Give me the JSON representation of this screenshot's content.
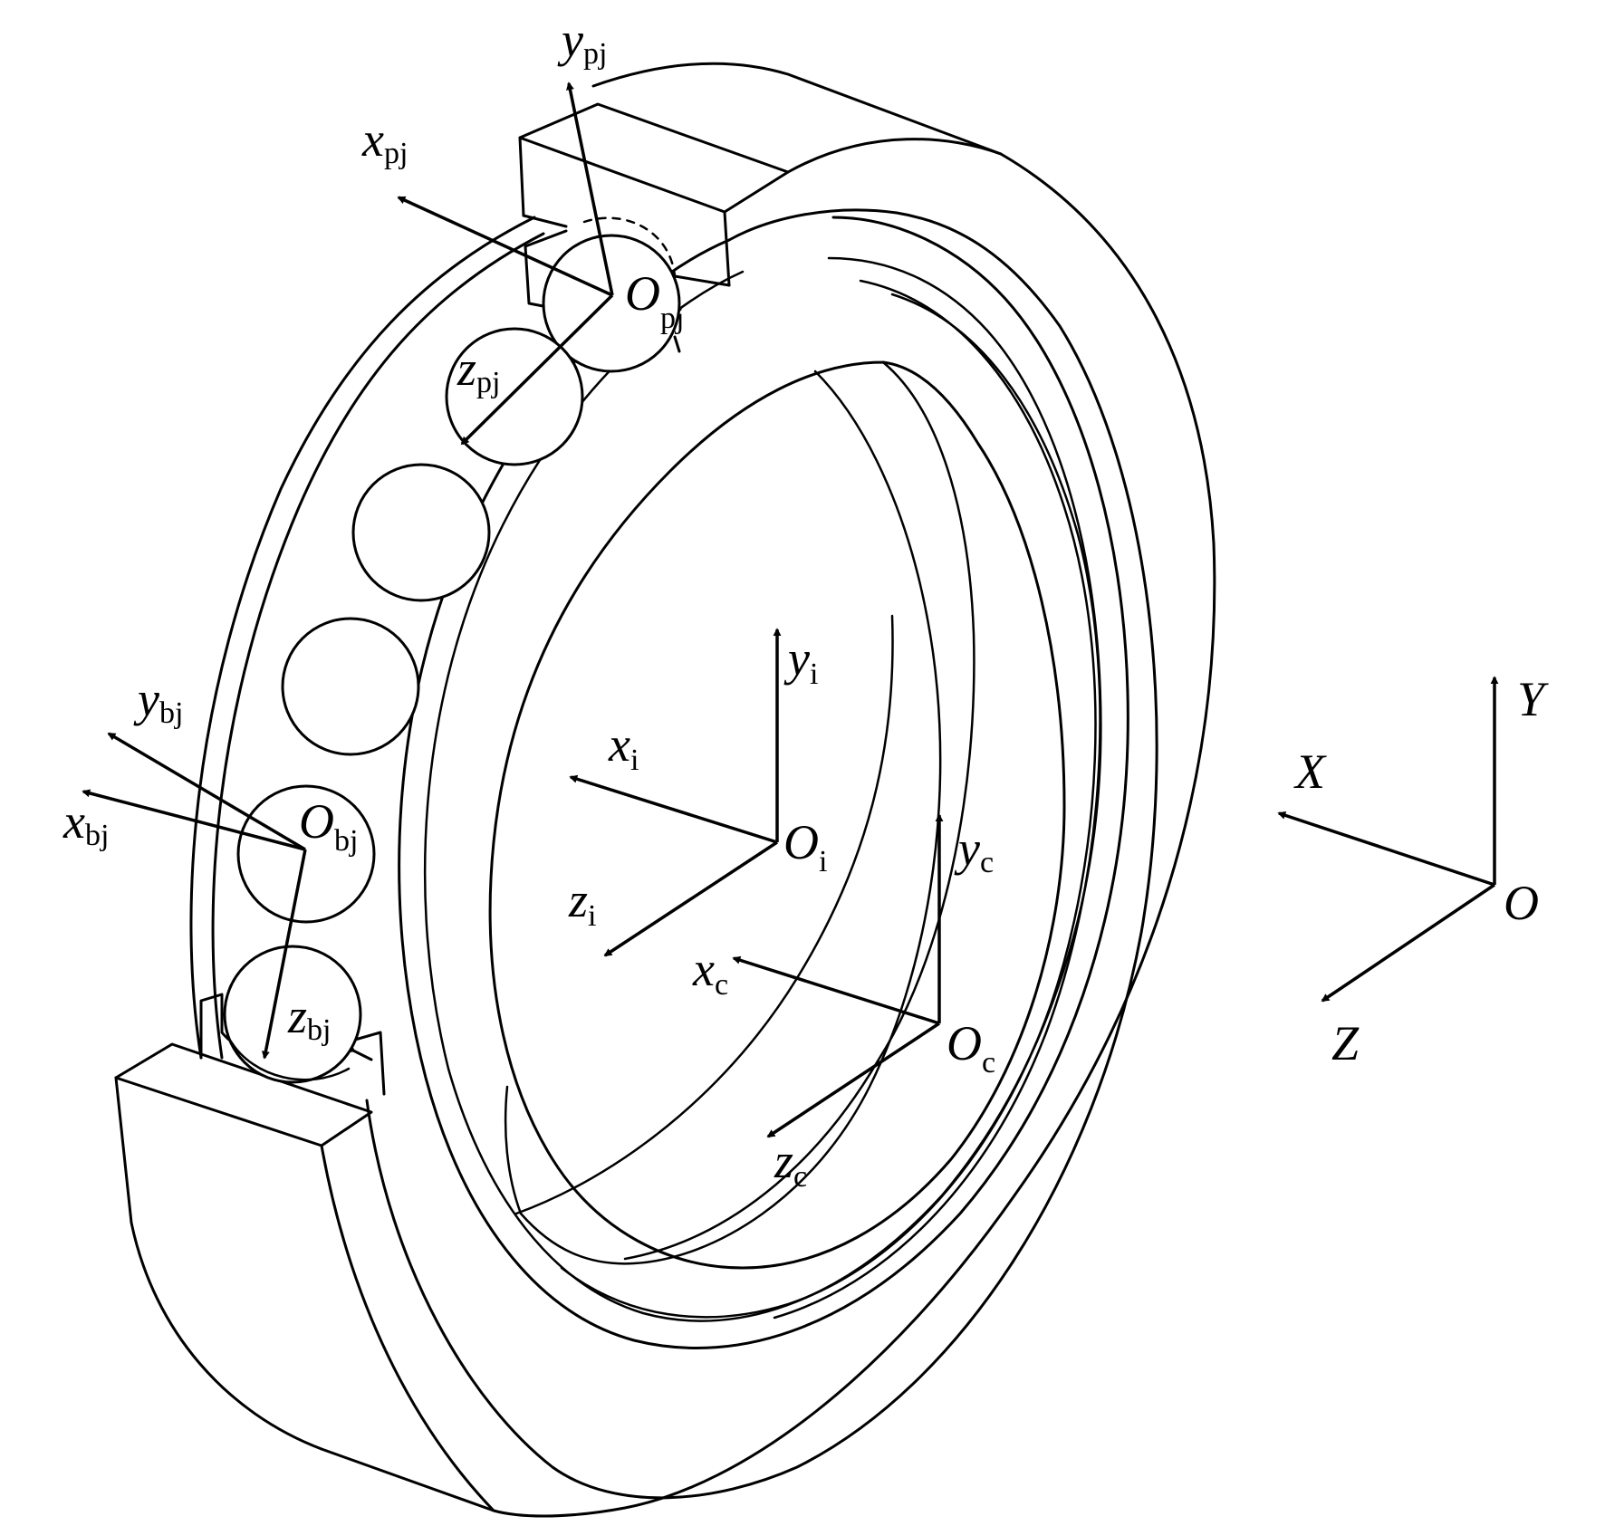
{
  "labels": {
    "ypj": {
      "main": "y",
      "sub": "p",
      "subIt": "j"
    },
    "xpj": {
      "main": "x",
      "sub": "p",
      "subIt": "j"
    },
    "Opj": {
      "main": "O",
      "sub": "p",
      "subIt": "j"
    },
    "zpj": {
      "main": "z",
      "sub": "p",
      "subIt": "j"
    },
    "ybj": {
      "main": "y",
      "sub": "b",
      "subIt": "j"
    },
    "xbj": {
      "main": "x",
      "sub": "b",
      "subIt": "j"
    },
    "Obj": {
      "main": "O",
      "sub": "b",
      "subIt": "j"
    },
    "zbj": {
      "main": "z",
      "sub": "b",
      "subIt": "j"
    },
    "yi": {
      "main": "y",
      "sub": "i",
      "subIt": ""
    },
    "xi": {
      "main": "x",
      "sub": "i",
      "subIt": ""
    },
    "Oi": {
      "main": "O",
      "sub": "i",
      "subIt": ""
    },
    "zi": {
      "main": "z",
      "sub": "i",
      "subIt": ""
    },
    "yc": {
      "main": "y",
      "sub": "c",
      "subIt": ""
    },
    "xc": {
      "main": "x",
      "sub": "c",
      "subIt": ""
    },
    "Oc": {
      "main": "O",
      "sub": "c",
      "subIt": ""
    },
    "zc": {
      "main": "z",
      "sub": "c",
      "subIt": ""
    },
    "Y": {
      "main": "Y",
      "sub": "",
      "subIt": ""
    },
    "X": {
      "main": "X",
      "sub": "",
      "subIt": ""
    },
    "O": {
      "main": "O",
      "sub": "",
      "subIt": ""
    },
    "Z": {
      "main": "Z",
      "sub": "",
      "subIt": ""
    }
  }
}
